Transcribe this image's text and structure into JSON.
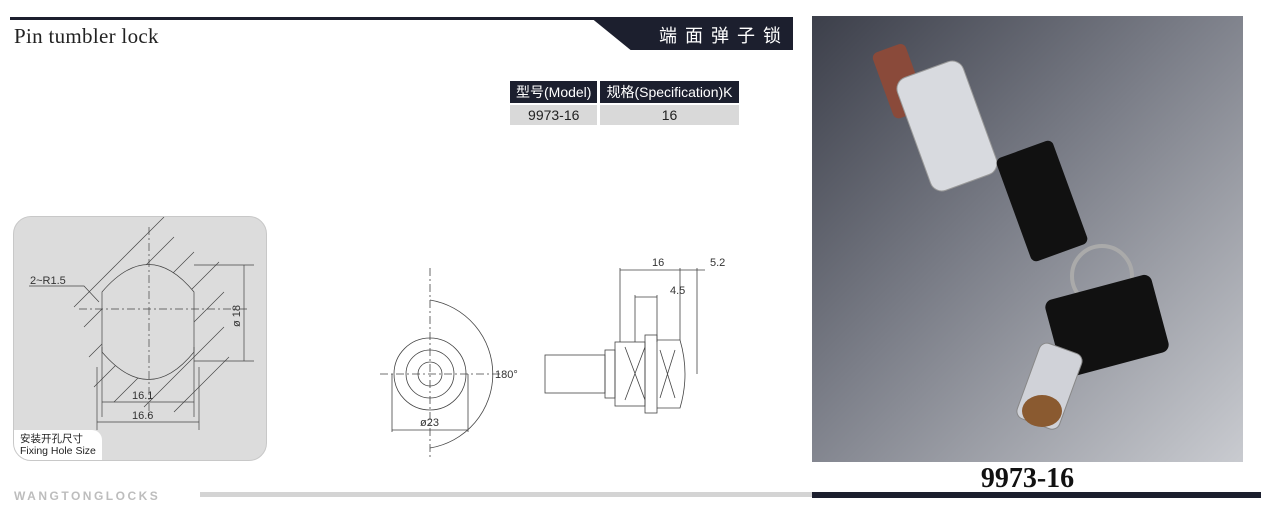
{
  "header": {
    "title": "Pin tumbler lock",
    "banner": "端面弹子锁"
  },
  "spec_table": {
    "headers": [
      "型号(Model)",
      "规格(Specification)K"
    ],
    "rows": [
      [
        "9973-16",
        "16"
      ]
    ]
  },
  "hole_drawing": {
    "label_cn": "安装开孔尺寸",
    "label_en": "Fixing Hole Size",
    "radius": "2~R1.5",
    "diameter": "ø 18",
    "width_inner": "16.1",
    "width_outer": "16.6"
  },
  "front_drawing": {
    "diameter": "ø23",
    "rotation": "180°"
  },
  "side_drawing": {
    "dim_a": "16",
    "dim_b": "5.2",
    "dim_c": "4.5"
  },
  "product": {
    "model": "9973-16"
  },
  "footer": {
    "brand": "WANGTONGLOCKS"
  },
  "colors": {
    "dark": "#1c1f2e",
    "panel": "#dcdcdc"
  }
}
